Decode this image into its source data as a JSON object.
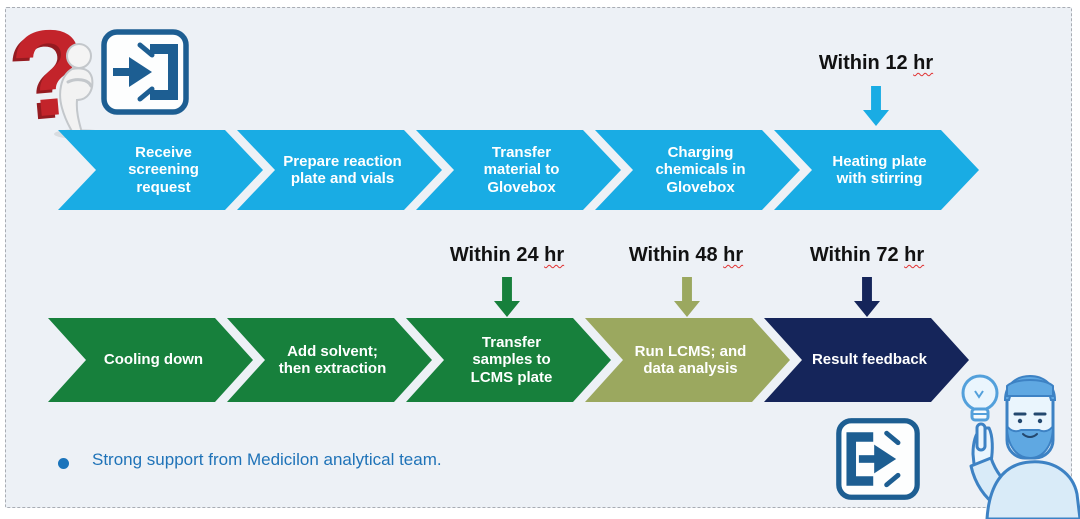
{
  "colors": {
    "blue": "#19ACE4",
    "green": "#17803C",
    "olive": "#9BA85F",
    "navy": "#15255A",
    "icon_blue": "#1D5E92",
    "question_red": "#C3242B",
    "bullet_blue": "#1F73B8",
    "panel_bg": "#EDF1F6"
  },
  "row1": {
    "steps": [
      {
        "label": "Receive screening request"
      },
      {
        "label": "Prepare reaction plate and vials"
      },
      {
        "label": "Transfer material to Glovebox"
      },
      {
        "label": "Charging chemicals in Glovebox"
      },
      {
        "label": "Heating plate with stirring"
      }
    ]
  },
  "row2": {
    "steps": [
      {
        "label": "Cooling down"
      },
      {
        "label": "Add solvent; then extraction"
      },
      {
        "label": "Transfer samples to LCMS plate"
      },
      {
        "label": "Run LCMS; and data analysis"
      },
      {
        "label": "Result feedback"
      }
    ]
  },
  "timings": {
    "t12": {
      "prefix": "Within 12",
      "unit": "hr"
    },
    "t24": {
      "prefix": "Within 24",
      "unit": "hr"
    },
    "t48": {
      "prefix": "Within 48",
      "unit": "hr"
    },
    "t72": {
      "prefix": "Within 72",
      "unit": "hr"
    }
  },
  "footer": {
    "bullet_text": "Strong support from Medicilon analytical team."
  },
  "decorations": {
    "question_mark": "?",
    "icons": [
      "question-mark-3d",
      "thinking-figure",
      "sign-in-icon",
      "sign-out-icon",
      "lightbulb-icon",
      "pointing-person"
    ]
  }
}
